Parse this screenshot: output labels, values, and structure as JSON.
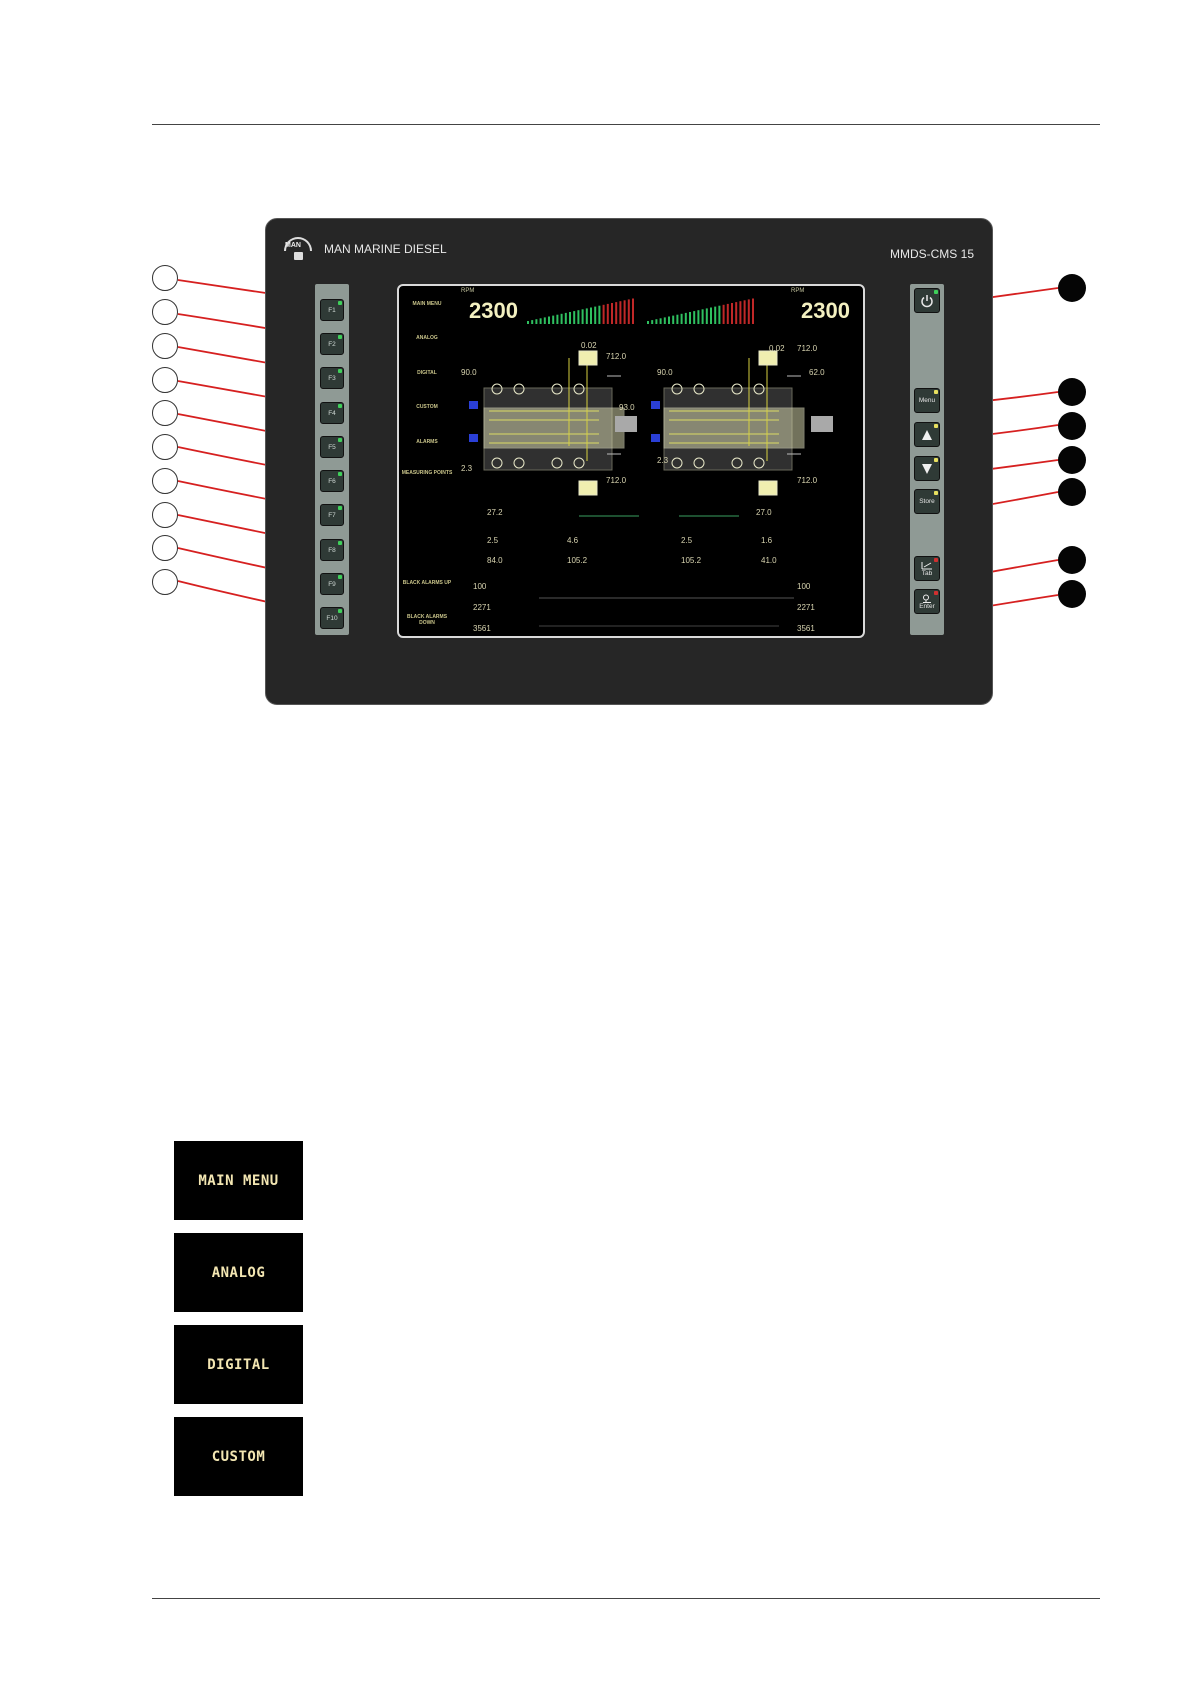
{
  "device": {
    "brand": "MAN MARINE DIESEL",
    "logo_text": "MAN",
    "model": "MMDS-CMS 15"
  },
  "function_keys": [
    "F1",
    "F2",
    "F3",
    "F4",
    "F5",
    "F6",
    "F7",
    "F8",
    "F9",
    "F10"
  ],
  "right_keys": {
    "power_icon": "power-icon",
    "menu": "Menu",
    "up_icon": "up-arrow-icon",
    "down_icon": "down-arrow-icon",
    "store": "Store",
    "tab": "Tab",
    "enter": "Enter"
  },
  "screen": {
    "menu_items": [
      "MAIN MENU",
      "ANALOG",
      "DIGITAL",
      "CUSTOM",
      "ALARMS",
      "MEASURING POINTS",
      "",
      "",
      "BLACK ALARMS UP",
      "BLACK ALARMS DOWN"
    ],
    "left_rpm_label": "RPM",
    "left_rpm_value": "2300",
    "right_rpm_label": "RPM",
    "right_rpm_value": "2300",
    "left_values": [
      "0.02",
      "712.0",
      "90.0",
      "93.0",
      "2.3",
      "712.0",
      "27.2",
      "2.5",
      "84.0",
      "4.6",
      "105.2",
      "100",
      "2271",
      "3561"
    ],
    "right_values": [
      "0.02",
      "712.0",
      "90.0",
      "62.0",
      "2.3",
      "712.0",
      "27.0",
      "2.5",
      "41.0",
      "1.6",
      "105.2",
      "100",
      "2271",
      "3561"
    ]
  },
  "mode_buttons": [
    "MAIN MENU",
    "ANALOG",
    "DIGITAL",
    "CUSTOM"
  ],
  "colors": {
    "device_body": "#262626",
    "key_led_green": "#3fd05a",
    "key_led_yellow": "#e8e060",
    "key_led_red": "#d03030",
    "callout_arrow": "#d62020"
  }
}
